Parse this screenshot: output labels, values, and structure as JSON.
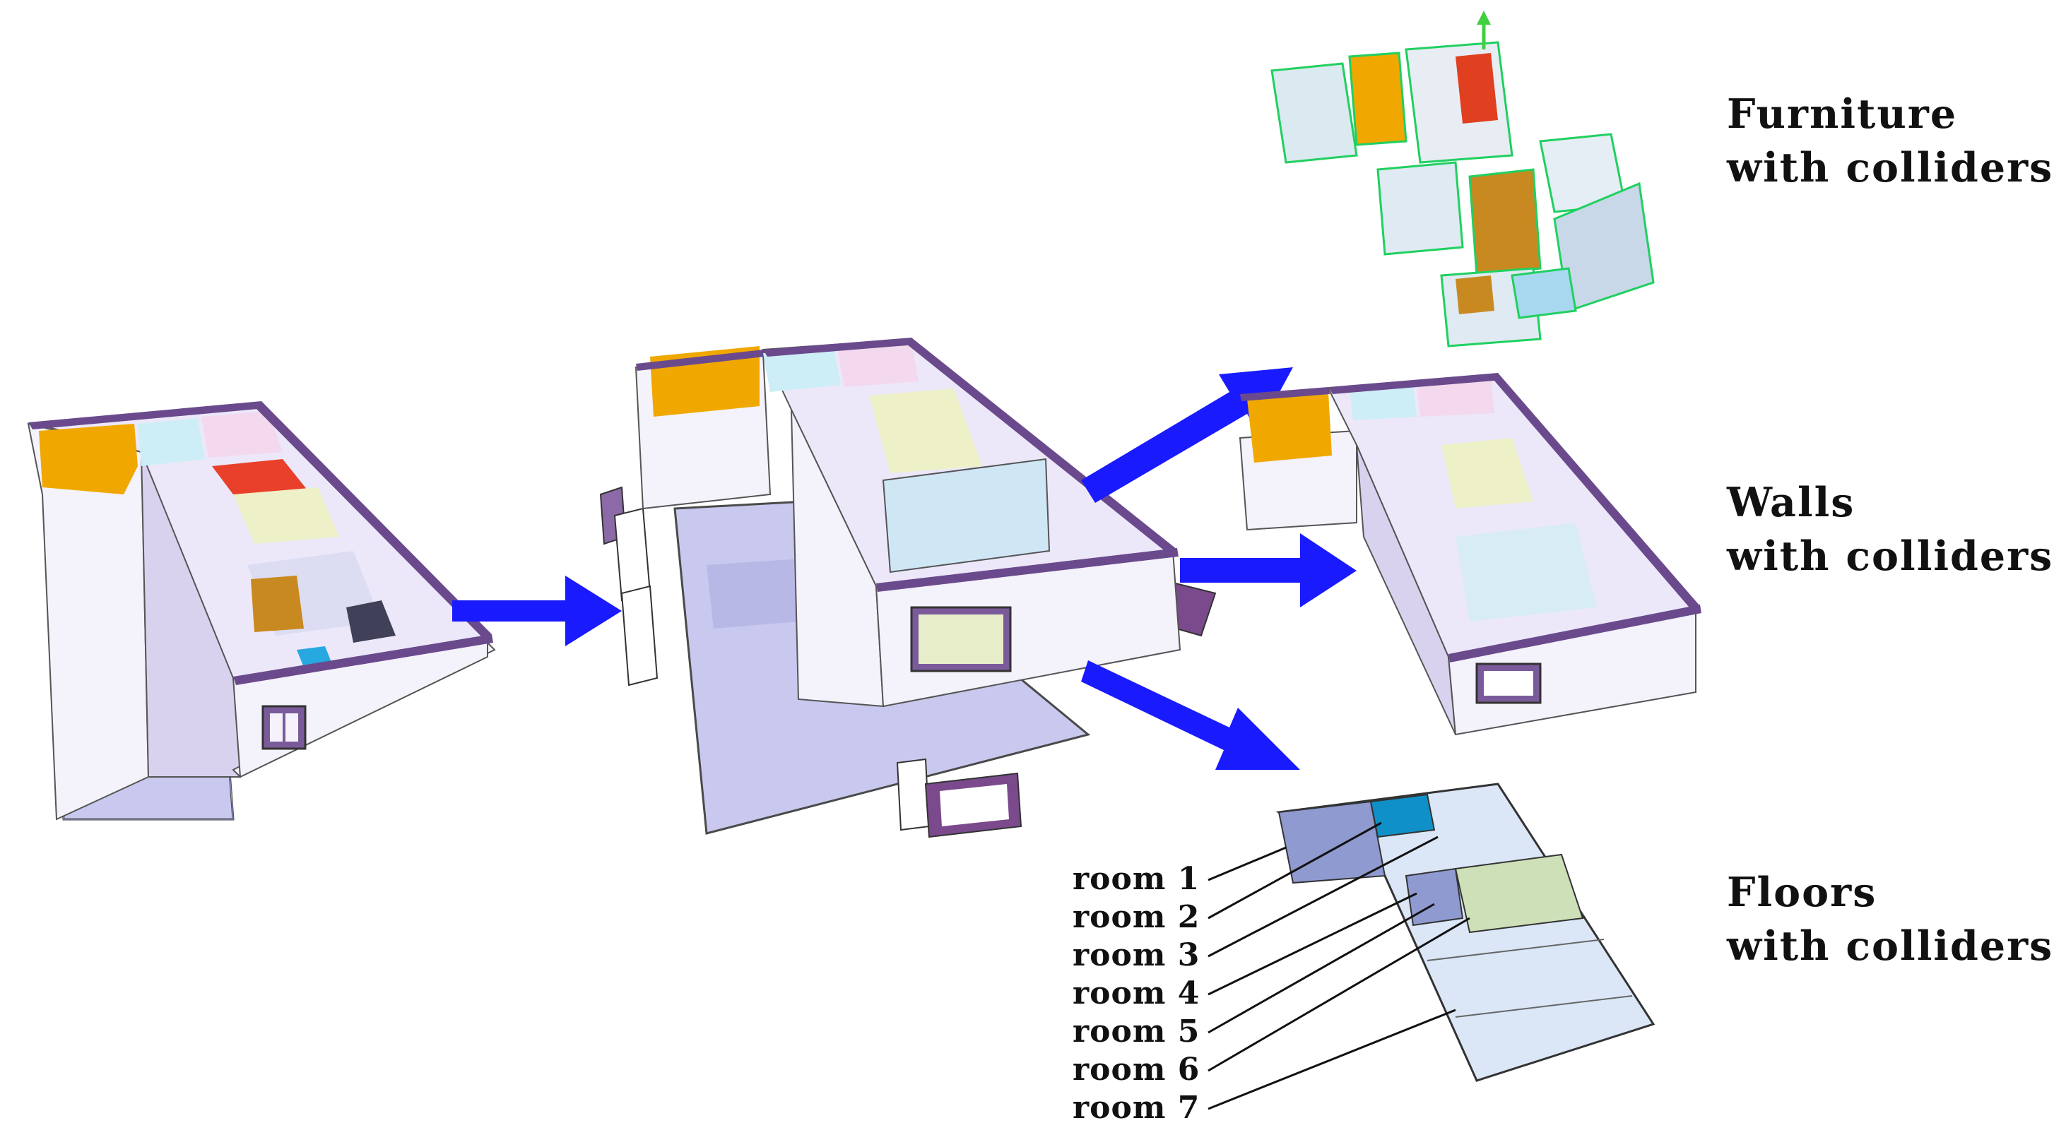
{
  "captions": {
    "furniture": {
      "line1": "Furniture",
      "line2": "with colliders"
    },
    "walls": {
      "line1": "Walls",
      "line2": "with colliders"
    },
    "floors": {
      "line1": "Floors",
      "line2": "with colliders"
    }
  },
  "rooms": [
    "room 1",
    "room 2",
    "room 3",
    "room 4",
    "room 5",
    "room 6",
    "room 7"
  ],
  "colors": {
    "arrow": "#1a1aff",
    "wall_top": "#6a4a8c",
    "floor": "#c9c9ef",
    "orange_room": "#f0a800",
    "green_room": "#dfe8b8",
    "teal_room": "#1090c8",
    "collider_outline": "#20d060"
  }
}
